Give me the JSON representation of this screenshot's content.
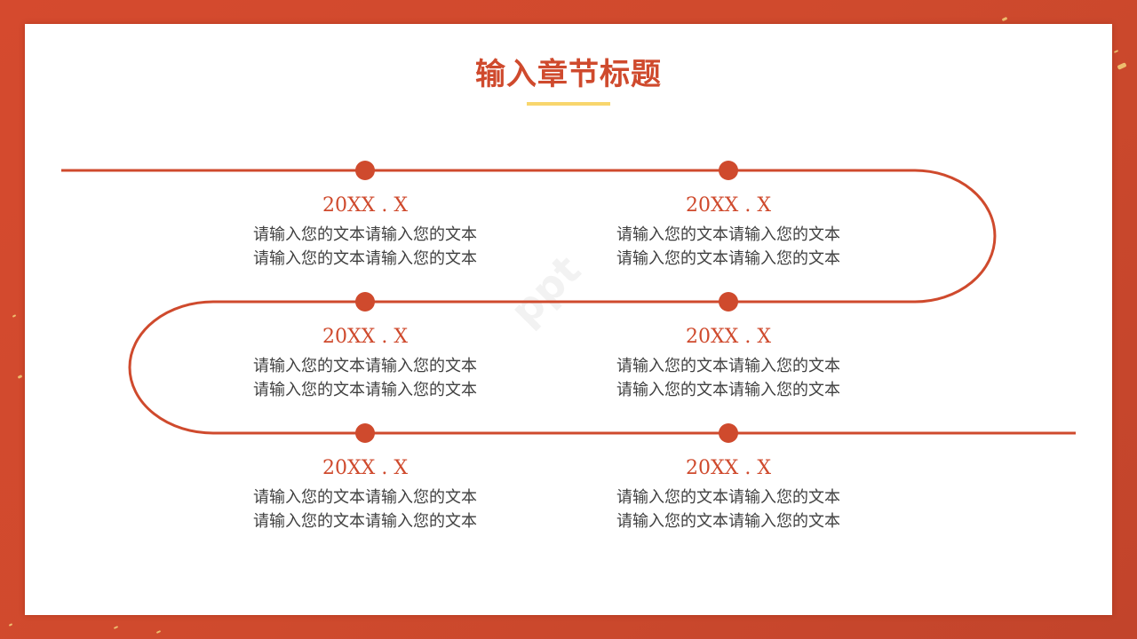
{
  "slide": {
    "title": "输入章节标题",
    "colors": {
      "accent": "#cf4a2d",
      "underline": "#f8d66d",
      "text": "#404040",
      "background": "#cf4a2d",
      "card": "#ffffff"
    },
    "watermark": "ppt"
  },
  "timeline": {
    "entries": [
      {
        "date": "20XX . X",
        "lines": [
          "请输入您的文本请输入您的文本",
          "请输入您的文本请输入您的文本"
        ]
      },
      {
        "date": "20XX . X",
        "lines": [
          "请输入您的文本请输入您的文本",
          "请输入您的文本请输入您的文本"
        ]
      },
      {
        "date": "20XX . X",
        "lines": [
          "请输入您的文本请输入您的文本",
          "请输入您的文本请输入您的文本"
        ]
      },
      {
        "date": "20XX . X",
        "lines": [
          "请输入您的文本请输入您的文本",
          "请输入您的文本请输入您的文本"
        ]
      },
      {
        "date": "20XX . X",
        "lines": [
          "请输入您的文本请输入您的文本",
          "请输入您的文本请输入您的文本"
        ]
      },
      {
        "date": "20XX . X",
        "lines": [
          "请输入您的文本请输入您的文本",
          "请输入您的文本请输入您的文本"
        ]
      }
    ]
  }
}
